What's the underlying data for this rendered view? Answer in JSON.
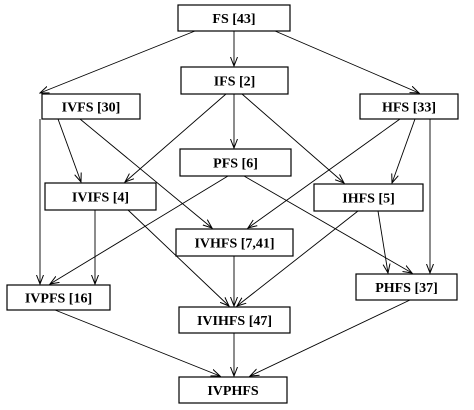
{
  "diagram": {
    "nodes": [
      {
        "id": "FS",
        "label": "FS [43]"
      },
      {
        "id": "IFS",
        "label": "IFS [2]"
      },
      {
        "id": "IVFS",
        "label": "IVFS [30]"
      },
      {
        "id": "HFS",
        "label": "HFS [33]"
      },
      {
        "id": "PFS",
        "label": "PFS [6]"
      },
      {
        "id": "IVIFS",
        "label": "IVIFS [4]"
      },
      {
        "id": "IHFS",
        "label": "IHFS [5]"
      },
      {
        "id": "IVHFS",
        "label": "IVHFS [7,41]"
      },
      {
        "id": "IVPFS",
        "label": "IVPFS [16]"
      },
      {
        "id": "PHFS",
        "label": "PHFS [37]"
      },
      {
        "id": "IVIHFS",
        "label": "IVIHFS [47]"
      },
      {
        "id": "IVPHFS",
        "label": "IVPHFS"
      }
    ],
    "edges": [
      [
        "FS",
        "IFS"
      ],
      [
        "FS",
        "IVFS"
      ],
      [
        "FS",
        "HFS"
      ],
      [
        "IFS",
        "PFS"
      ],
      [
        "IFS",
        "IVIFS"
      ],
      [
        "IFS",
        "IHFS"
      ],
      [
        "IVFS",
        "IVIFS"
      ],
      [
        "IVFS",
        "IVHFS"
      ],
      [
        "IVFS",
        "IVPFS"
      ],
      [
        "HFS",
        "IHFS"
      ],
      [
        "HFS",
        "IVHFS"
      ],
      [
        "HFS",
        "PHFS"
      ],
      [
        "PFS",
        "IVPFS"
      ],
      [
        "PFS",
        "PHFS"
      ],
      [
        "IVIFS",
        "IVPFS"
      ],
      [
        "IVIFS",
        "IVIHFS"
      ],
      [
        "IHFS",
        "PHFS"
      ],
      [
        "IHFS",
        "IVIHFS"
      ],
      [
        "IVHFS",
        "IVIHFS"
      ],
      [
        "IVPFS",
        "IVPHFS"
      ],
      [
        "IVIHFS",
        "IVPHFS"
      ],
      [
        "PHFS",
        "IVPHFS"
      ]
    ]
  }
}
